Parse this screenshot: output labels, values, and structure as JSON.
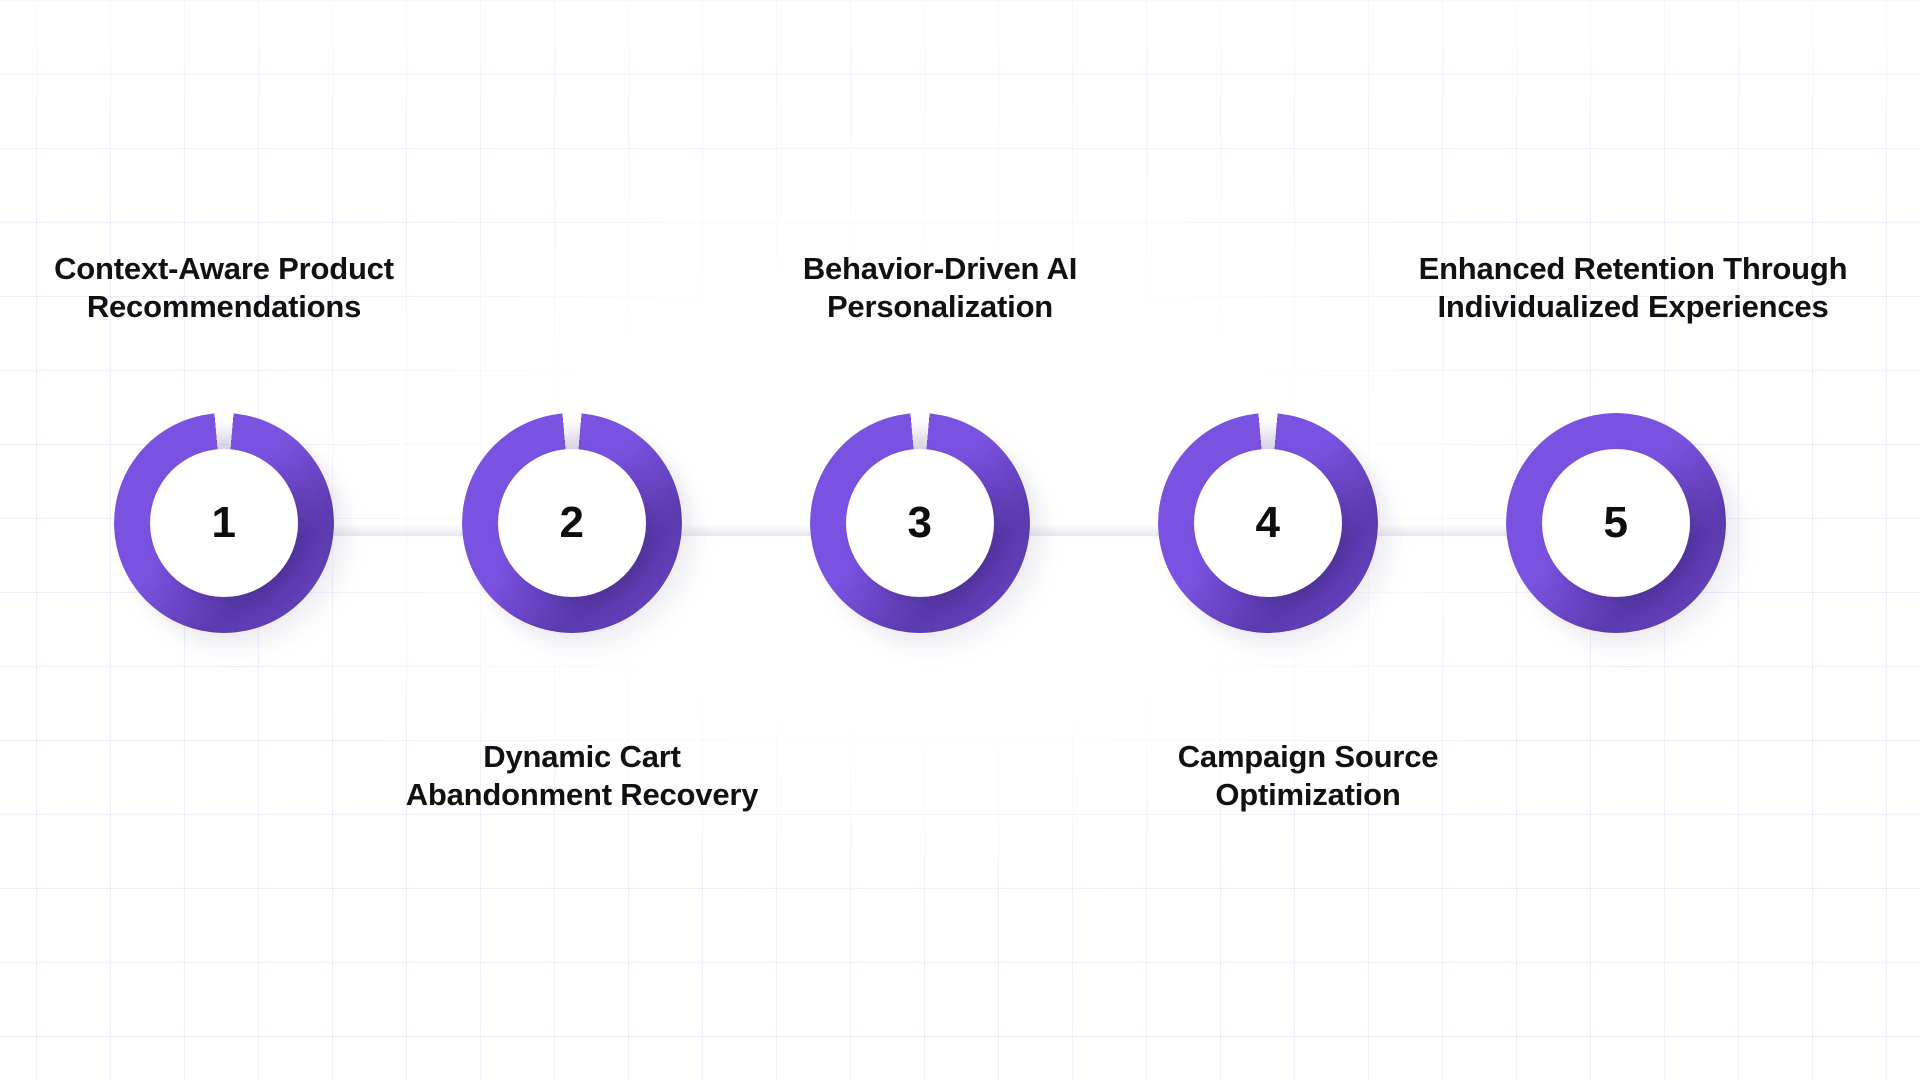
{
  "diagram": {
    "type": "numbered-step-chain",
    "title_present": false,
    "step_count": 5,
    "accent_color": "#7a52e1",
    "background_color": "#ffffff",
    "grid_line_color": "#e4e0f7",
    "number_color": "#0d0d0d",
    "caption_color": "#111111"
  },
  "steps": [
    {
      "number": "1",
      "label": "Context-Aware Product\nRecommendations",
      "label_position": "above"
    },
    {
      "number": "2",
      "label": "Dynamic Cart\nAbandonment Recovery",
      "label_position": "below"
    },
    {
      "number": "3",
      "label": "Behavior-Driven AI\nPersonalization",
      "label_position": "above"
    },
    {
      "number": "4",
      "label": "Campaign Source\nOptimization",
      "label_position": "below"
    },
    {
      "number": "5",
      "label": "Enhanced Retention Through\nIndividualized Experiences",
      "label_position": "above"
    }
  ]
}
